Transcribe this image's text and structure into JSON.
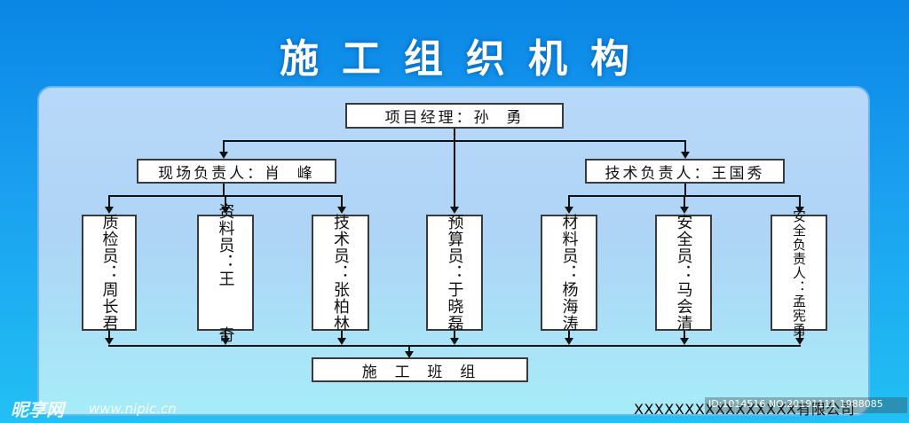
{
  "title": "施工组织机构",
  "manager": "项目经理：孙  勇",
  "left_lead": "现场负责人：肖  峰",
  "right_lead": "技术负责人：王国秀",
  "staff": [
    "质检员：周长君",
    "资料员：王  奇",
    "技术员：张柏林",
    "预算员：于晓磊",
    "材料员：杨海涛",
    "安全员：马会清",
    "安全负责人：孟宪勇"
  ],
  "team": "施  工  班  组",
  "company": "XXXXXXXXXXXXXXXX有限公司",
  "watermark": {
    "logo": "昵享网",
    "url": "www.nipic.cn",
    "code": "ID:1014516 NO:20191111 1988085"
  },
  "colors": {
    "line": "#111111",
    "box_border": "#3a3a3a",
    "title": "#ffffff"
  }
}
